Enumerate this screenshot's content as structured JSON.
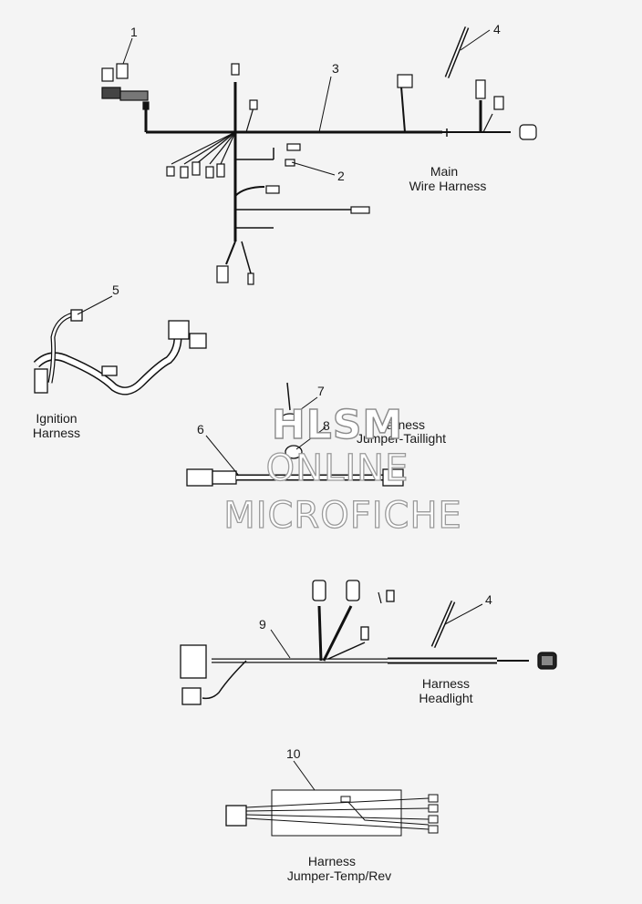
{
  "callouts": [
    "1",
    "2",
    "3",
    "4",
    "5",
    "6",
    "7",
    "8",
    "4",
    "9",
    "10"
  ],
  "labels": {
    "main_line1": "Main",
    "main_line2": "Wire Harness",
    "ignition_line1": "Ignition",
    "ignition_line2": "Harness",
    "taillight_line1": "Harness",
    "taillight_line2": "Jumper-Taillight",
    "headlight_line1": "Harness",
    "headlight_line2": "Headlight",
    "temprev_line1": "Harness",
    "temprev_line2": "Jumper-Temp/Rev"
  },
  "watermark": {
    "line1": "HLSM",
    "line2": "ONLINE",
    "line3": "MICROFICHE"
  }
}
